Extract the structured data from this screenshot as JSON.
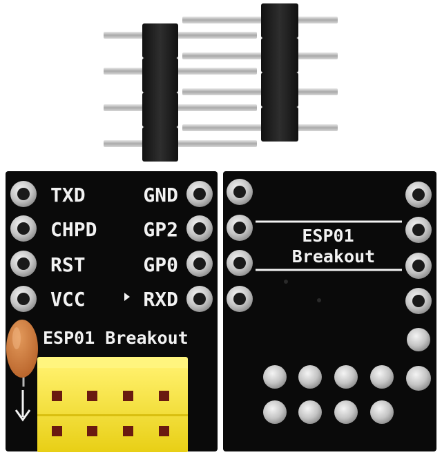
{
  "front_board": {
    "left_labels": [
      "TXD",
      "CHPD",
      "RST",
      "VCC"
    ],
    "right_labels": [
      "GND",
      "GP2",
      "GP0",
      "RXD"
    ],
    "footer_label": "ESP01 Breakout"
  },
  "back_board": {
    "title_line1": "ESP01",
    "title_line2": "Breakout"
  },
  "colors": {
    "pcb": "#0a0a0a",
    "silkscreen": "#f2f2f2",
    "pad": "#c9c9c9",
    "header_plastic": "#1c1c1c",
    "pin_metal": "#b8b8b8",
    "socket": "#f5e12a",
    "capacitor": "#c8743a"
  }
}
